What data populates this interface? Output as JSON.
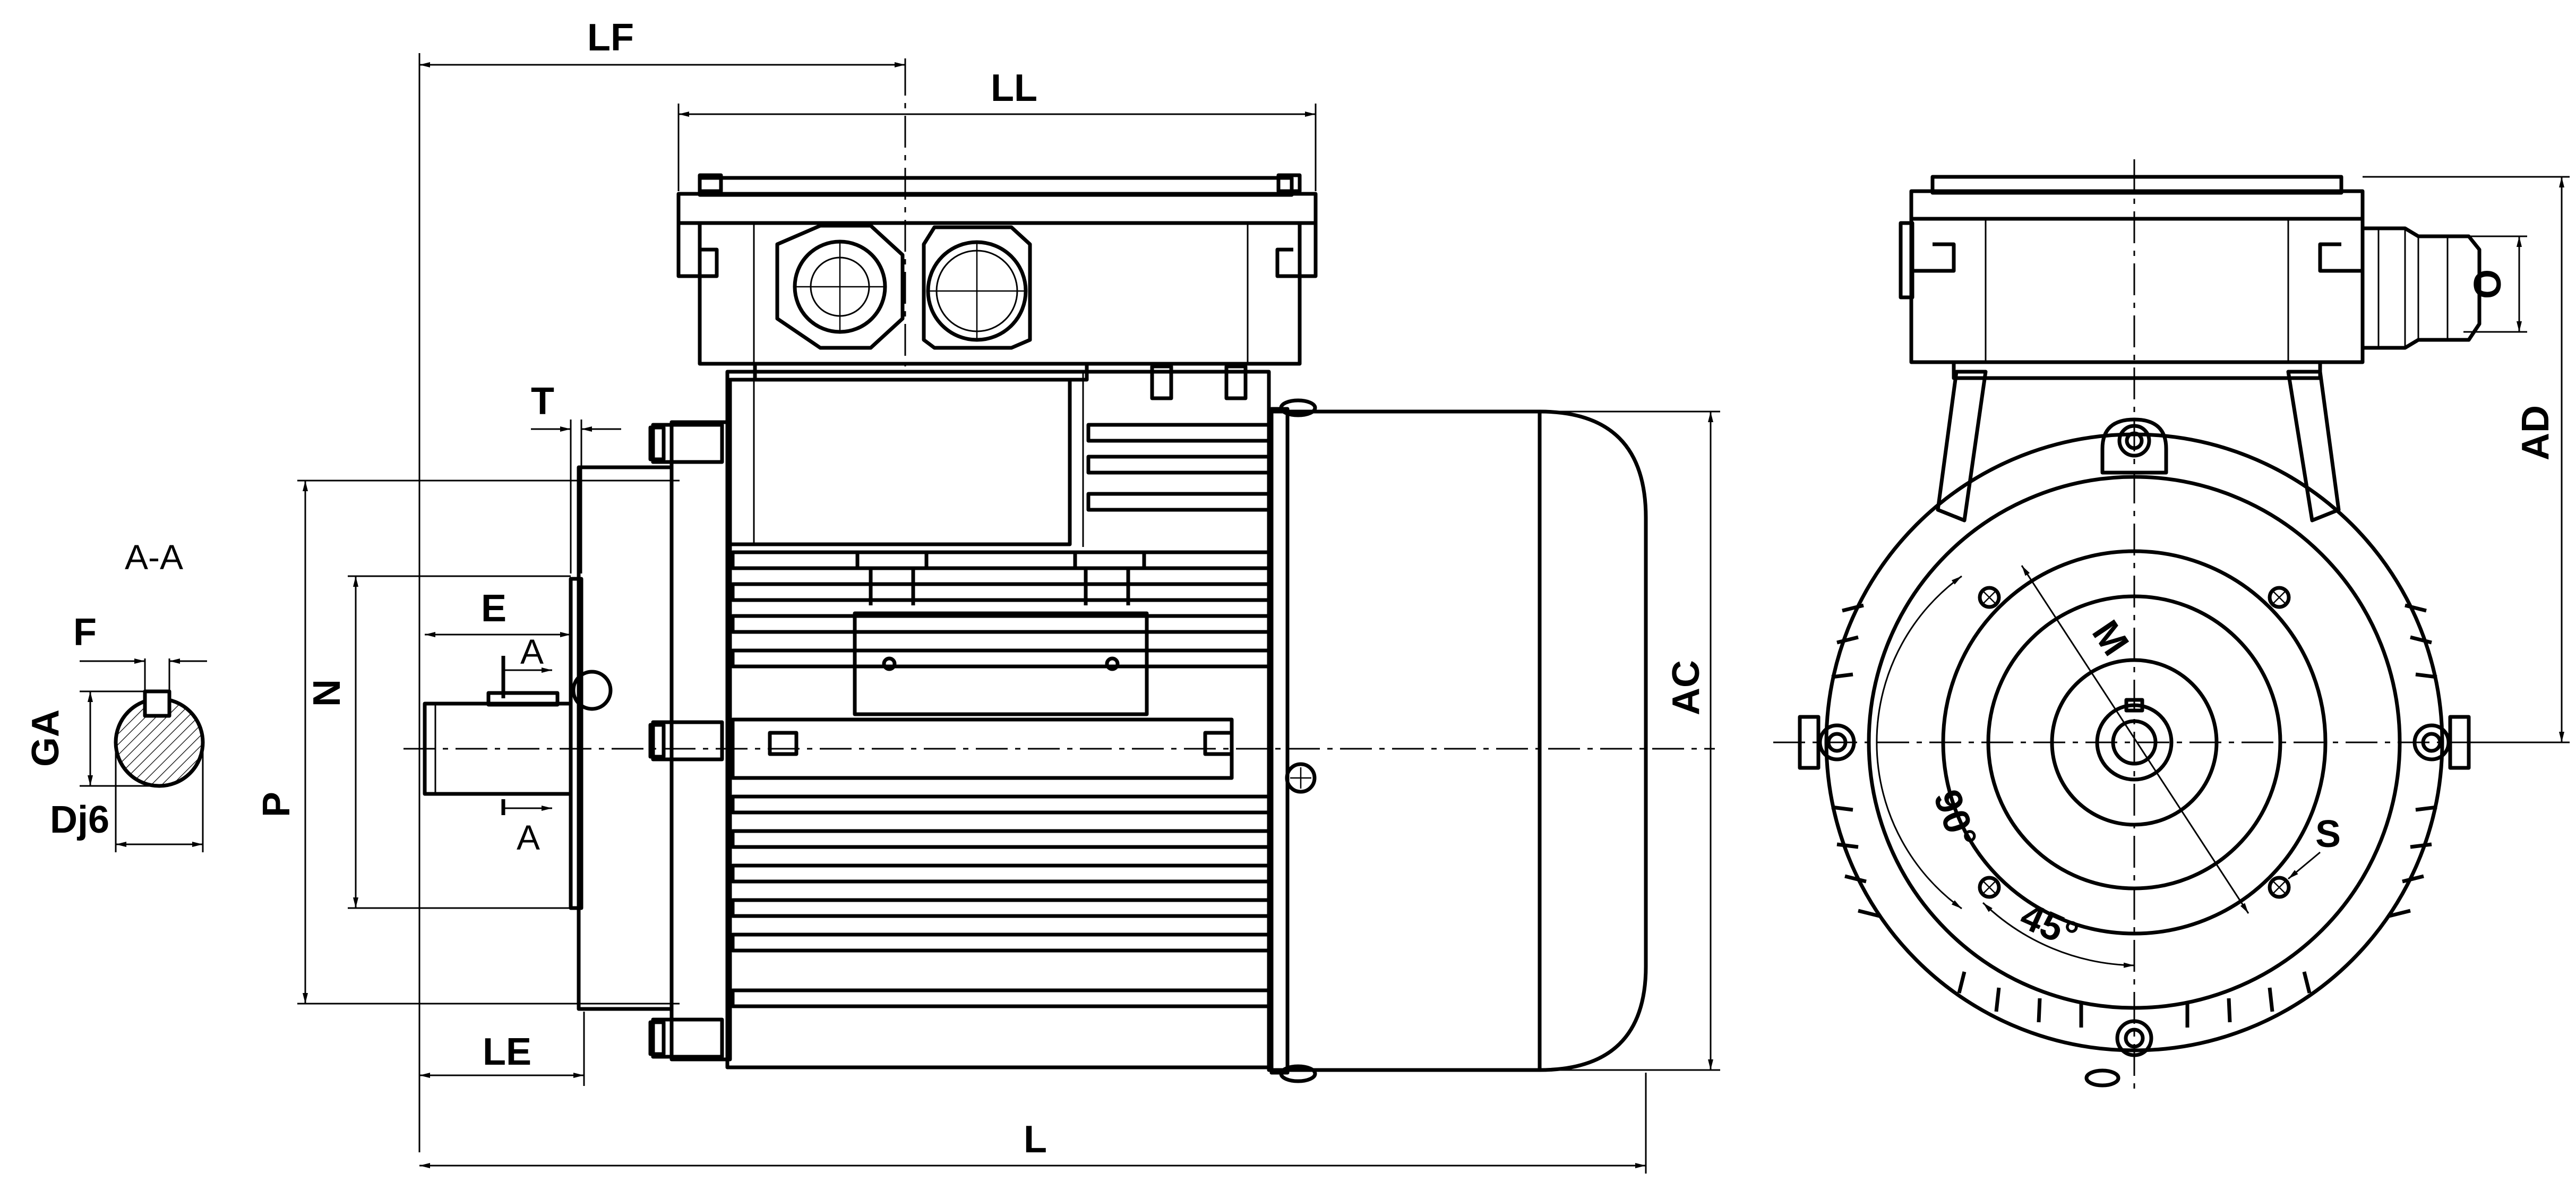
{
  "section_title": "A-A",
  "section_marks": [
    "A",
    "A"
  ],
  "dimensions": {
    "F": "F",
    "GA": "GA",
    "Dj6": "Dj6",
    "LF": "LF",
    "LL": "LL",
    "T": "T",
    "E": "E",
    "N": "N",
    "P": "P",
    "LE": "LE",
    "L": "L",
    "AC": "AC",
    "M": "M",
    "S": "S",
    "O": "O",
    "AD": "AD"
  },
  "angles": {
    "a90": "90°",
    "a45": "45°"
  }
}
